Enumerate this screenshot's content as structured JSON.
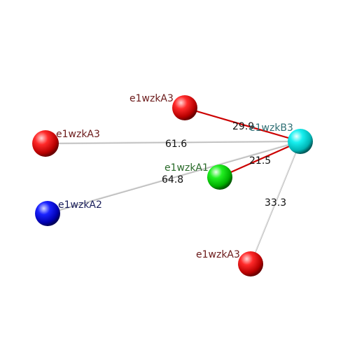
{
  "nodes": [
    {
      "id": "n_red_top",
      "label": "e1wzkA3",
      "color": "red",
      "label_color": "#6b1a1a"
    },
    {
      "id": "n_red_left",
      "label": "e1wzkA3",
      "color": "red",
      "label_color": "#6b1a1a"
    },
    {
      "id": "n_blue",
      "label": "e1wzkA2",
      "color": "blue",
      "label_color": "#1a1f5c"
    },
    {
      "id": "n_green",
      "label": "e1wzkA1",
      "color": "green",
      "label_color": "#2a6b2a"
    },
    {
      "id": "n_cyan",
      "label": "e1wzkB3",
      "color": "cyan",
      "label_color": "#2e6f74"
    },
    {
      "id": "n_red_bottom",
      "label": "e1wzkA3",
      "color": "red",
      "label_color": "#6b1a1a"
    }
  ],
  "edges": [
    {
      "from": "n_red_top",
      "to": "n_cyan",
      "label": "29.9",
      "style": "red"
    },
    {
      "from": "n_red_left",
      "to": "n_cyan",
      "label": "61.6",
      "style": "gray"
    },
    {
      "from": "n_blue",
      "to": "n_cyan",
      "label": "64.8",
      "style": "gray"
    },
    {
      "from": "n_green",
      "to": "n_cyan",
      "label": "21.5",
      "style": "red"
    },
    {
      "from": "n_red_bottom",
      "to": "n_cyan",
      "label": "33.3",
      "style": "gray"
    }
  ],
  "colors": {
    "red_edge": "#cc0000",
    "gray_edge": "#bbbbbb",
    "edge_label": "#111111"
  }
}
